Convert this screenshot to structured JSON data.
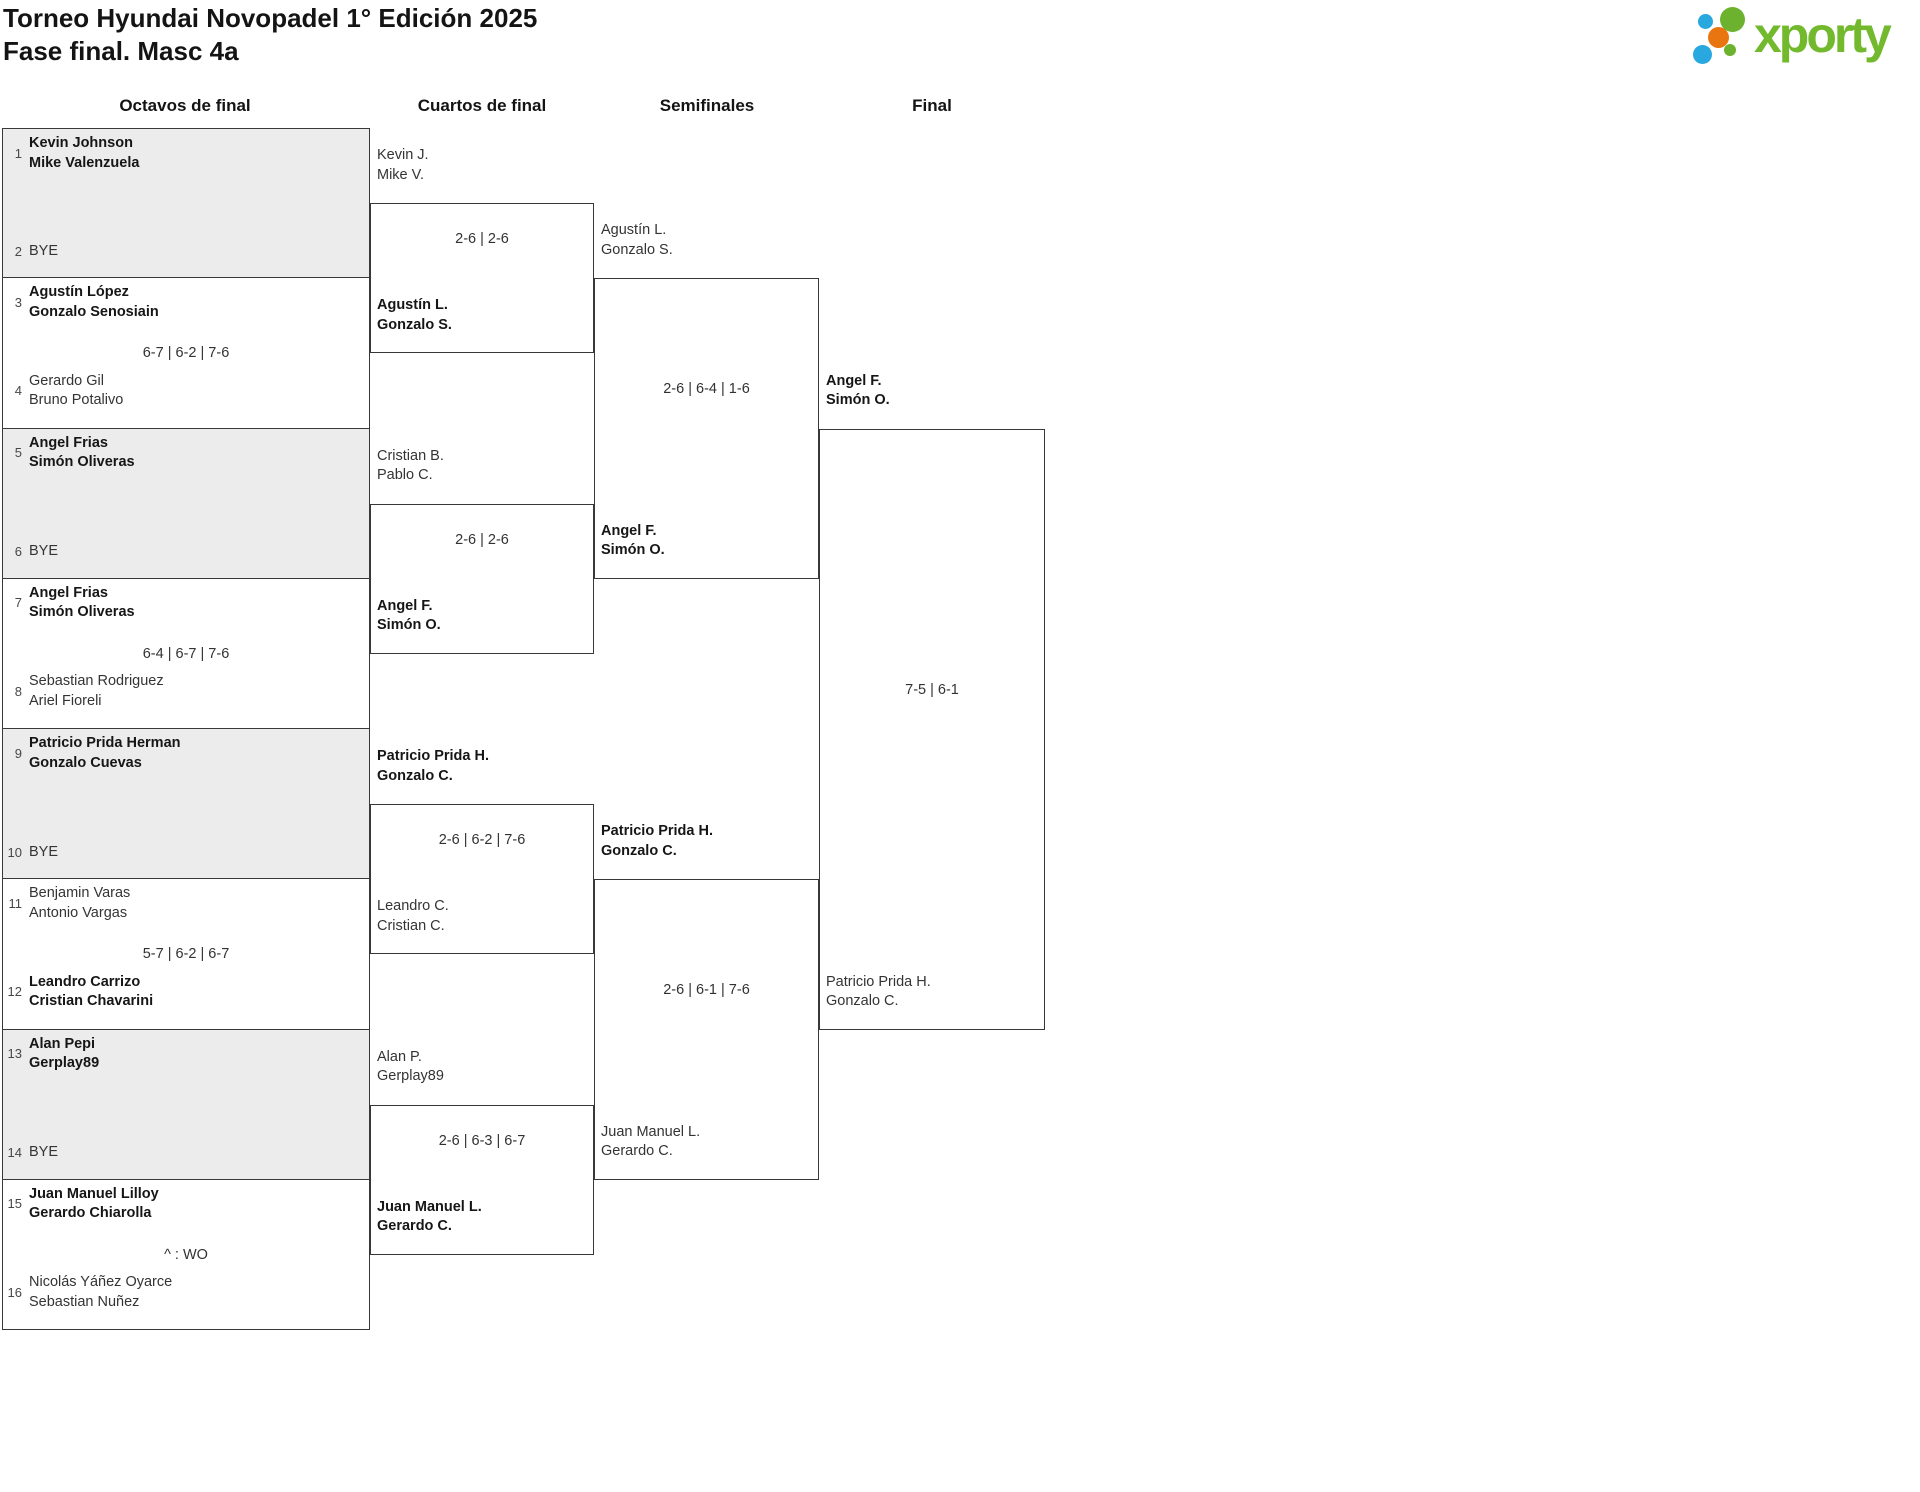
{
  "header": {
    "title": "Torneo Hyundai Novopadel 1° Edición 2025",
    "subtitle": "Fase final. Masc 4a"
  },
  "logo": {
    "text": "xporty",
    "colors": {
      "green": "#6cb22e",
      "blue": "#29a8e0",
      "orange": "#e8750f",
      "text": "#72b92d"
    }
  },
  "columns": [
    "Octavos de final",
    "Cuartos de final",
    "Semifinales",
    "Final"
  ],
  "octavos": [
    {
      "score": "",
      "slots": [
        {
          "seed": "1",
          "bold": true,
          "lines": [
            "Kevin Johnson",
            "Mike Valenzuela"
          ]
        },
        {
          "seed": "2",
          "bold": false,
          "lines": [
            "BYE"
          ]
        }
      ]
    },
    {
      "score": "6-7 | 6-2 | 7-6",
      "slots": [
        {
          "seed": "3",
          "bold": true,
          "lines": [
            "Agustín López",
            "Gonzalo Senosiain"
          ]
        },
        {
          "seed": "4",
          "bold": false,
          "lines": [
            "Gerardo Gil",
            "Bruno Potalivo"
          ]
        }
      ]
    },
    {
      "score": "",
      "slots": [
        {
          "seed": "5",
          "bold": true,
          "lines": [
            "Angel Frias",
            "Simón Oliveras"
          ]
        },
        {
          "seed": "6",
          "bold": false,
          "lines": [
            "BYE"
          ]
        }
      ]
    },
    {
      "score": "6-4 | 6-7 | 7-6",
      "slots": [
        {
          "seed": "7",
          "bold": true,
          "lines": [
            "Angel Frias",
            "Simón Oliveras"
          ]
        },
        {
          "seed": "8",
          "bold": false,
          "lines": [
            "Sebastian Rodriguez",
            "Ariel Fioreli"
          ]
        }
      ]
    },
    {
      "score": "",
      "slots": [
        {
          "seed": "9",
          "bold": true,
          "lines": [
            "Patricio Prida Herman",
            "Gonzalo Cuevas"
          ]
        },
        {
          "seed": "10",
          "bold": false,
          "lines": [
            "BYE"
          ]
        }
      ]
    },
    {
      "score": "5-7 | 6-2 | 6-7",
      "slots": [
        {
          "seed": "11",
          "bold": false,
          "lines": [
            "Benjamin Varas",
            "Antonio Vargas"
          ]
        },
        {
          "seed": "12",
          "bold": true,
          "lines": [
            "Leandro Carrizo",
            "Cristian Chavarini"
          ]
        }
      ]
    },
    {
      "score": "",
      "slots": [
        {
          "seed": "13",
          "bold": true,
          "lines": [
            "Alan Pepi",
            "Gerplay89"
          ]
        },
        {
          "seed": "14",
          "bold": false,
          "lines": [
            "BYE"
          ]
        }
      ]
    },
    {
      "score": "^ : WO",
      "slots": [
        {
          "seed": "15",
          "bold": true,
          "lines": [
            "Juan Manuel Lilloy",
            "Gerardo Chiarolla"
          ]
        },
        {
          "seed": "16",
          "bold": false,
          "lines": [
            "Nicolás Yáñez Oyarce",
            "Sebastian Nuñez"
          ]
        }
      ]
    }
  ],
  "rounds": [
    {
      "name": "quarterfinals",
      "matches": [
        {
          "score": "2-6 | 2-6",
          "top": {
            "bold": false,
            "lines": [
              "Kevin J.",
              "Mike V."
            ]
          },
          "bottom": {
            "bold": true,
            "lines": [
              "Agustín L.",
              "Gonzalo S."
            ]
          }
        },
        {
          "score": "2-6 | 2-6",
          "top": {
            "bold": false,
            "lines": [
              "Cristian B.",
              "Pablo C."
            ]
          },
          "bottom": {
            "bold": true,
            "lines": [
              "Angel F.",
              "Simón O."
            ]
          }
        },
        {
          "score": "2-6 | 6-2 | 7-6",
          "top": {
            "bold": true,
            "lines": [
              "Patricio Prida H.",
              "Gonzalo C."
            ]
          },
          "bottom": {
            "bold": false,
            "lines": [
              "Leandro C.",
              "Cristian C."
            ]
          }
        },
        {
          "score": "2-6 | 6-3 | 6-7",
          "top": {
            "bold": false,
            "lines": [
              "Alan P.",
              "Gerplay89"
            ]
          },
          "bottom": {
            "bold": true,
            "lines": [
              "Juan Manuel L.",
              "Gerardo C."
            ]
          }
        }
      ]
    },
    {
      "name": "semifinals",
      "matches": [
        {
          "score": "2-6 | 6-4 | 1-6",
          "top": {
            "bold": false,
            "lines": [
              "Agustín L.",
              "Gonzalo S."
            ]
          },
          "bottom": {
            "bold": true,
            "lines": [
              "Angel F.",
              "Simón O."
            ]
          }
        },
        {
          "score": "2-6 | 6-1 | 7-6",
          "top": {
            "bold": true,
            "lines": [
              "Patricio Prida H.",
              "Gonzalo C."
            ]
          },
          "bottom": {
            "bold": false,
            "lines": [
              "Juan Manuel L.",
              "Gerardo C."
            ]
          }
        }
      ]
    },
    {
      "name": "final",
      "matches": [
        {
          "score": "7-5 | 6-1",
          "top": {
            "bold": true,
            "lines": [
              "Angel F.",
              "Simón O."
            ]
          },
          "bottom": {
            "bold": false,
            "lines": [
              "Patricio Prida H.",
              "Gonzalo C."
            ]
          }
        }
      ]
    }
  ]
}
